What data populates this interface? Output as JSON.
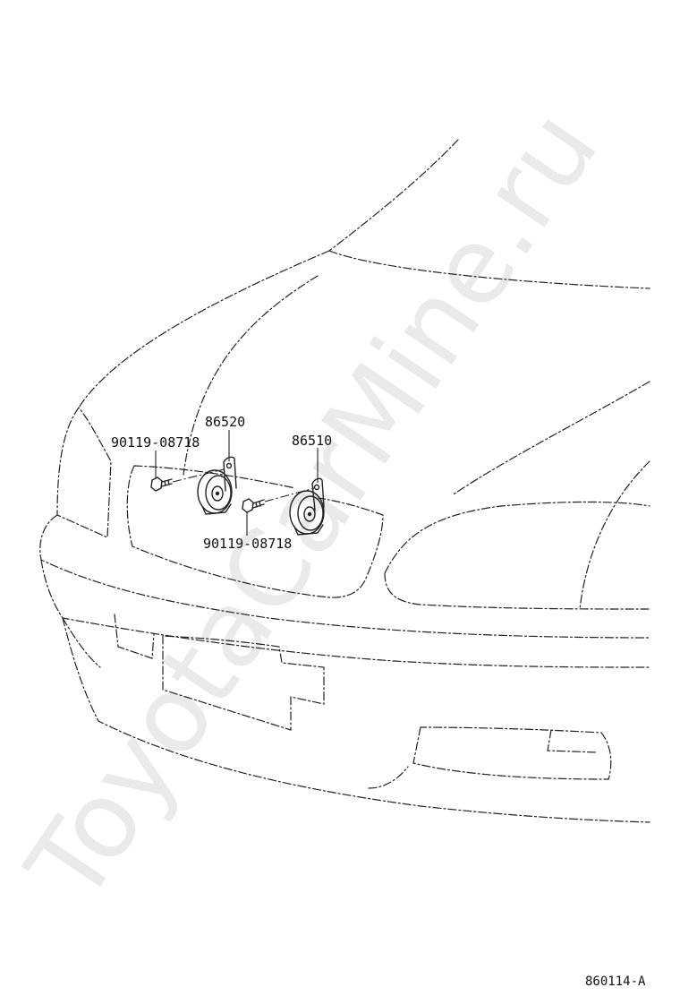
{
  "callouts": {
    "bolt_left": "90119-08718",
    "horn_left": "86520",
    "horn_right": "86510",
    "bolt_center": "90119-08718"
  },
  "figure_code": "860114-A",
  "watermark": "ToyotaCarMine.ru"
}
